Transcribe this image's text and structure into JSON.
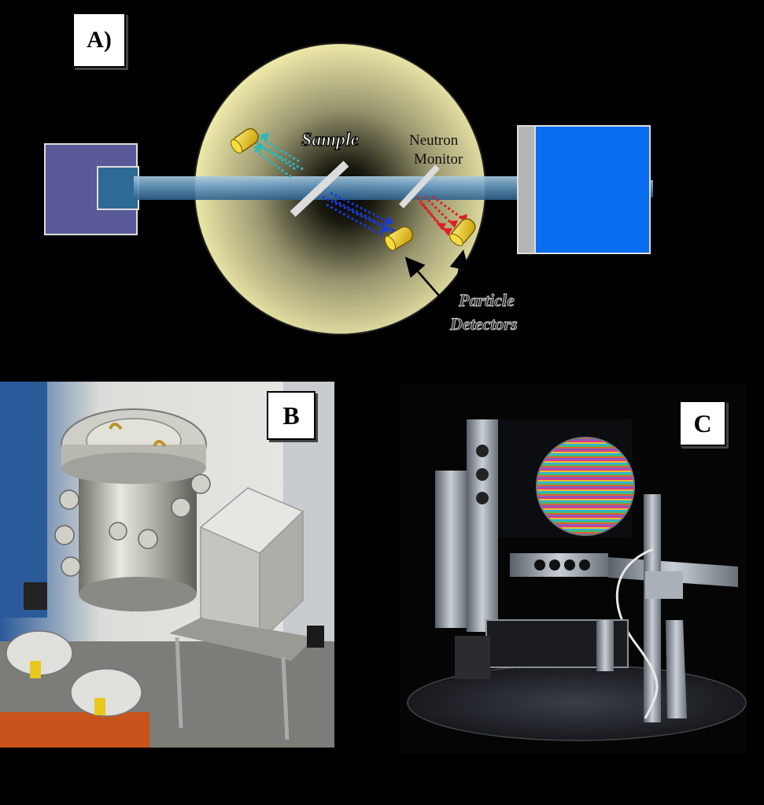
{
  "panels": {
    "a_label": "A)",
    "b_label": "B",
    "c_label": "C"
  },
  "diagram": {
    "sample_label": "Sample",
    "monitor_label_line1": "Neutron",
    "monitor_label_line2": "Monitor",
    "detectors_label_line1": "Particle",
    "detectors_label_line2": "Detectors"
  },
  "colors": {
    "background": "#000000",
    "chamber": "#f7f2a8",
    "beam": "#6fa3c9",
    "source_box": "#5a5a98",
    "target_box": "#0a6cf0",
    "detector": "#e6c21a",
    "arrows_teal": "#2bb8b8",
    "arrows_blue": "#1a3ad8",
    "arrows_red": "#e02020"
  }
}
